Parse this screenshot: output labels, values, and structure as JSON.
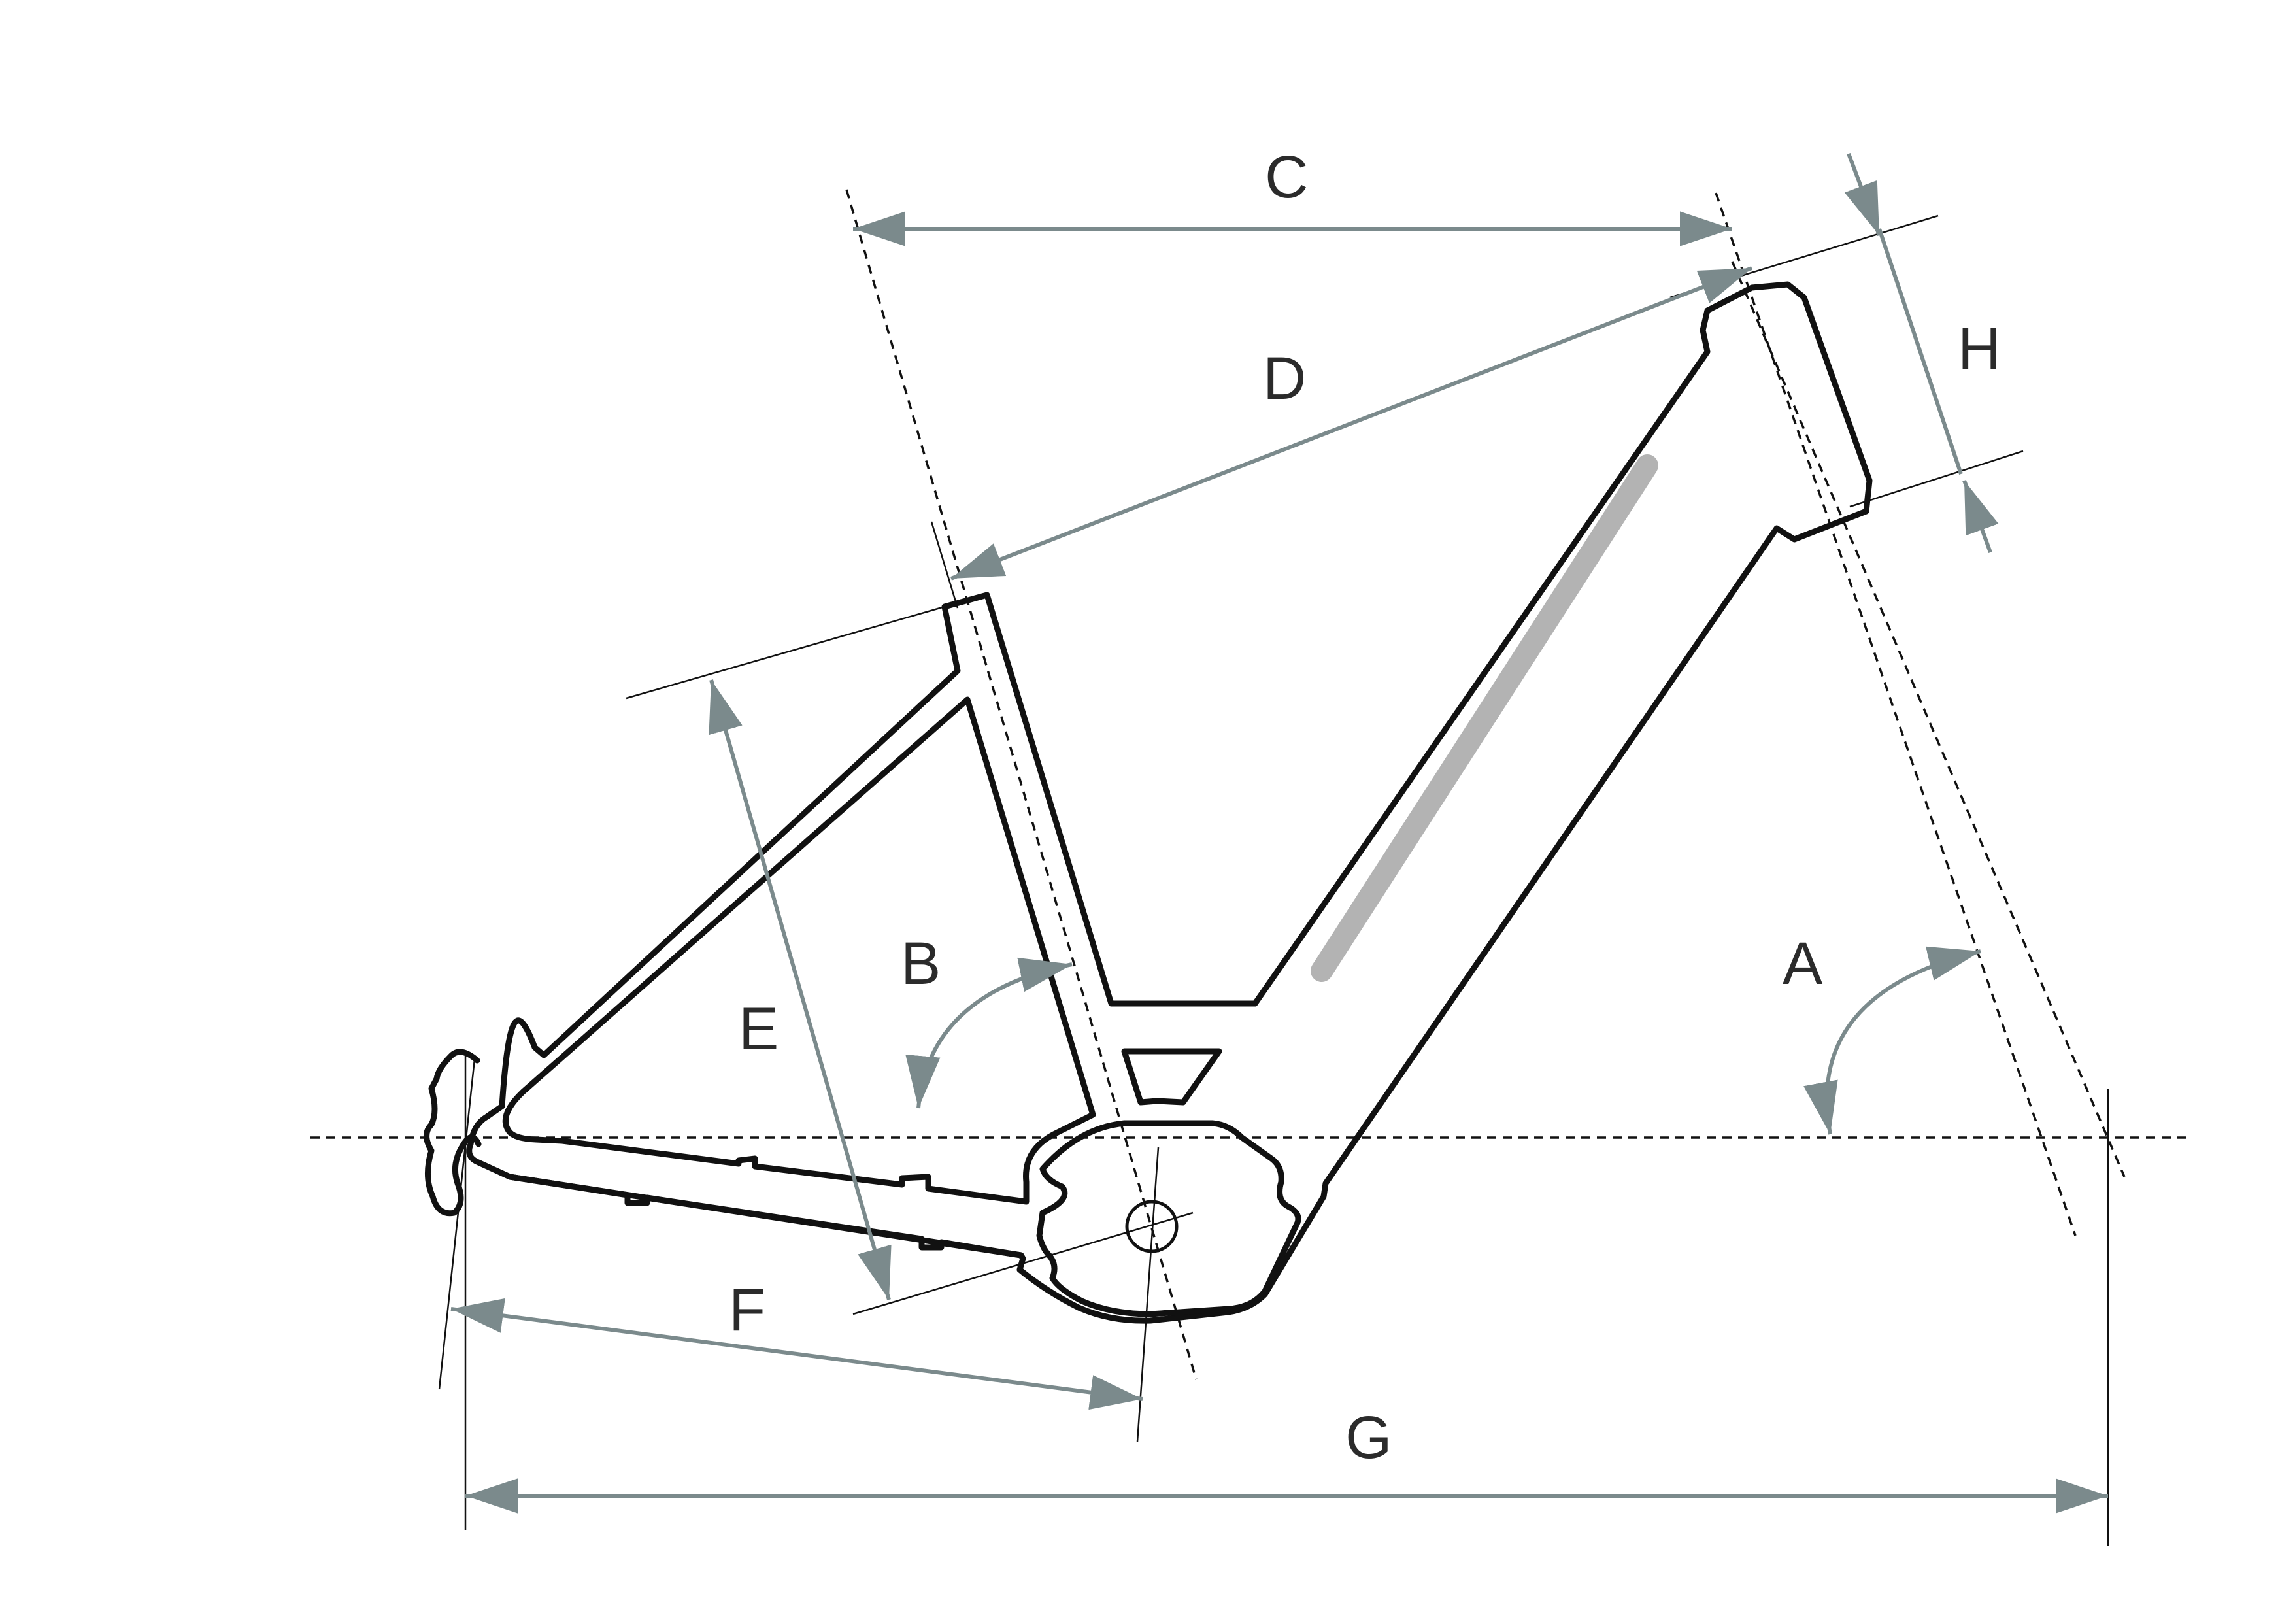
{
  "labels": {
    "A": "A",
    "B": "B",
    "C": "C",
    "D": "D",
    "E": "E",
    "F": "F",
    "G": "G",
    "H": "H"
  },
  "colors": {
    "dimension": "#7b8a8c",
    "frame": "#111111",
    "battery": "#b3b3b3",
    "text": "#2b2b2b"
  }
}
